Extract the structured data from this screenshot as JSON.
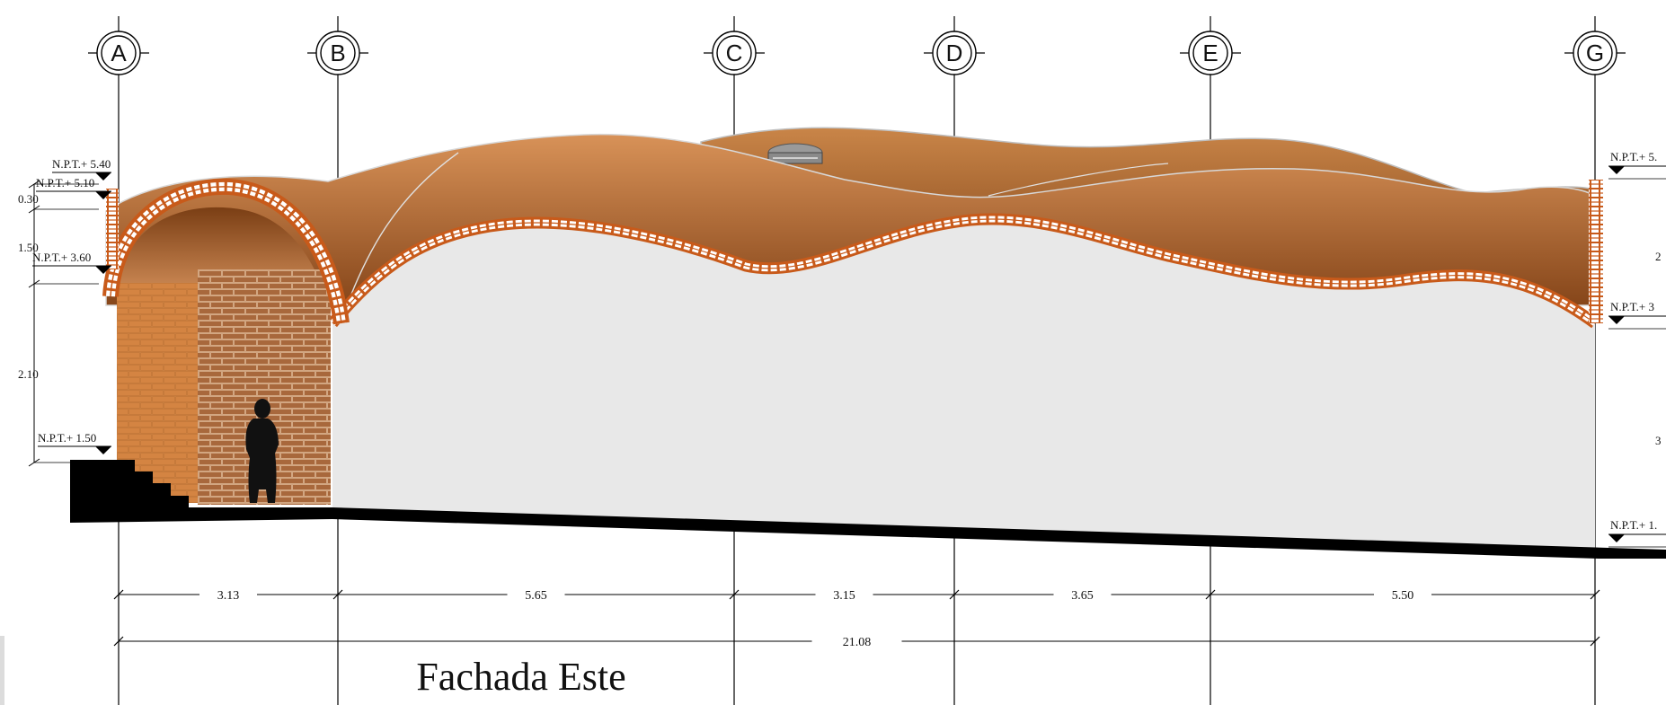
{
  "title": "Fachada Este",
  "grid_axes": [
    "A",
    "B",
    "C",
    "D",
    "E",
    "G"
  ],
  "left_levels": [
    "N.P.T.+ 5.40",
    "N.P.T.+ 5.10",
    "N.P.T.+ 3.60",
    "N.P.T.+ 1.50"
  ],
  "left_dims": [
    "0.30",
    "1.50",
    "2.10"
  ],
  "right_levels": [
    "N.P.T.+ 5.",
    "N.P.T.+ 3",
    "N.P.T.+ 1."
  ],
  "right_dims": [
    "2",
    "3"
  ],
  "bay_dims": [
    "3.13",
    "5.65",
    "3.15",
    "3.65",
    "5.50"
  ],
  "total_dim": "21.08",
  "colors": {
    "brick": "#c0601a",
    "brick_light": "#e09a55",
    "vault_top": "#d48b50",
    "vault_bottom": "#8a4a1a",
    "wall": "#e8e8e8",
    "ink": "#000000"
  }
}
